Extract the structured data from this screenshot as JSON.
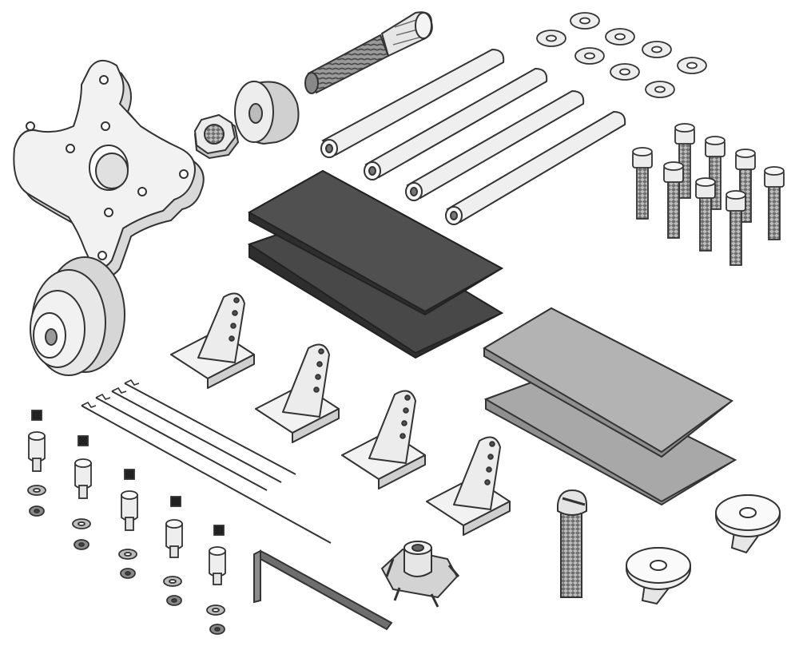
{
  "scene": {
    "kind": "exploded-parts-illustration",
    "style": "grayscale isometric technical drawing",
    "colors": {
      "background": "#ffffff",
      "outline": "#333333",
      "light_part": "#eeeeee",
      "mid_part": "#d9d9d9",
      "dark_plate": "#3f3f3f",
      "gray_plate": "#a9a9a9",
      "thread": "#777777"
    }
  },
  "parts": {
    "motor_mount_plate": 1,
    "nut": 1,
    "spacer_collar": 1,
    "tapered_adapter": 1,
    "standoff_tubes": 4,
    "flat_washers": 8,
    "socket_head_screws": 8,
    "dark_plates": 2,
    "gray_plates": 2,
    "spinner_hub": 1,
    "control_horns": 4,
    "pushrods": 4,
    "set_screws": 5,
    "wheel_collars": 5,
    "small_washers": 5,
    "small_nuts": 5,
    "allen_key": 1,
    "blind_nut": 1,
    "slotted_screw": 1,
    "tie_down_clips": 2
  }
}
